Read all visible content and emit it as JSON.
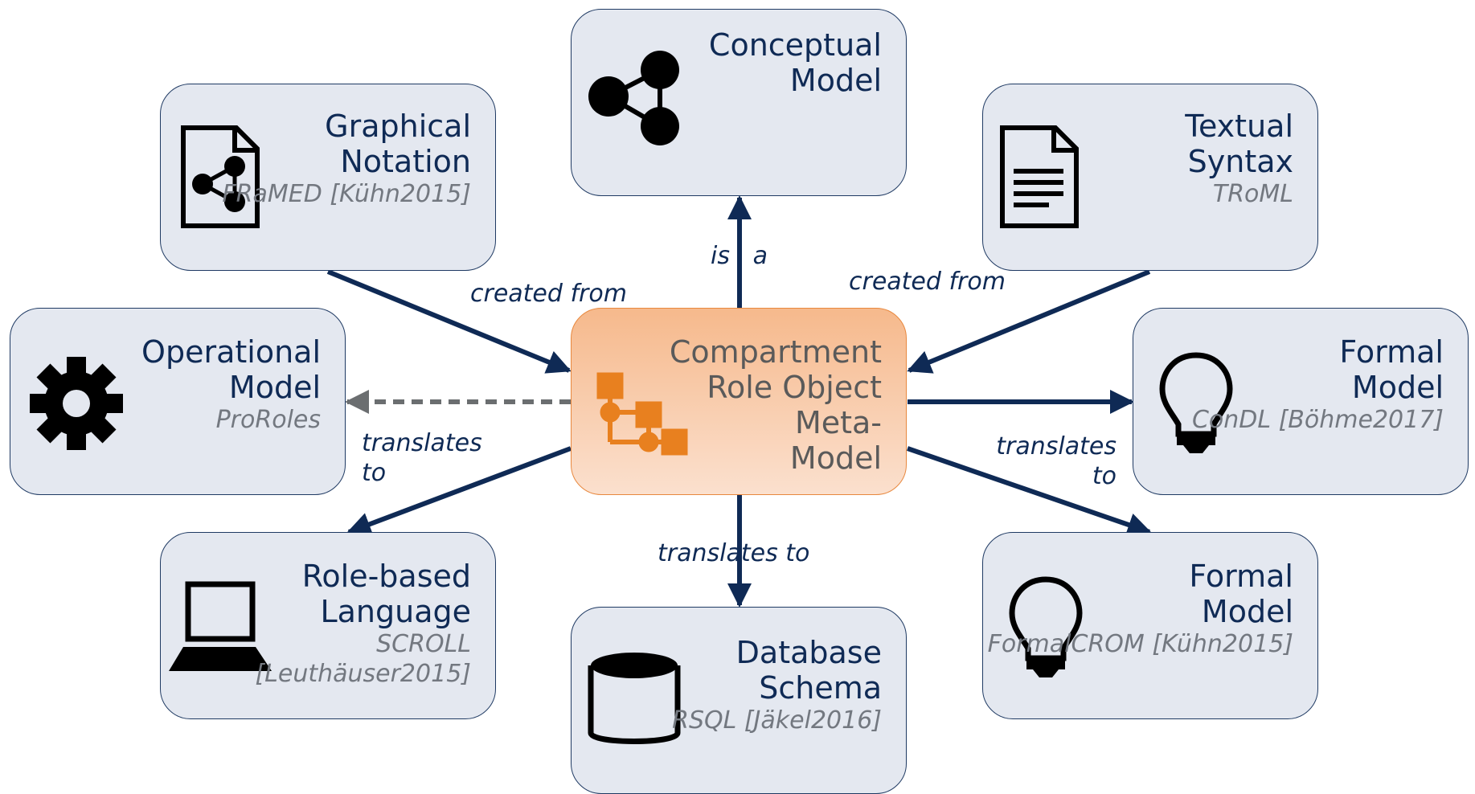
{
  "diagram": {
    "center": {
      "title": "Compartment\nRole Object\nMeta-\nModel",
      "icon": "hierarchy-icon",
      "accent": "#e8801f"
    },
    "nodes": [
      {
        "id": "conceptual",
        "title": "Conceptual\nModel",
        "subtitle": "",
        "icon": "share-icon"
      },
      {
        "id": "graphical",
        "title": "Graphical\nNotation",
        "subtitle": "FRaMED\n[Kühn2015]",
        "icon": "document-share-icon"
      },
      {
        "id": "textual",
        "title": "Textual\nSyntax",
        "subtitle": "TRoML",
        "icon": "document-text-icon"
      },
      {
        "id": "operational",
        "title": "Operational\nModel",
        "subtitle": "ProRoles",
        "icon": "gear-icon"
      },
      {
        "id": "formal-condl",
        "title": "Formal\nModel",
        "subtitle": "ConDL\n[Böhme2017]",
        "icon": "lightbulb-icon"
      },
      {
        "id": "role-language",
        "title": "Role-based\nLanguage",
        "subtitle": "SCROLL\n[Leuthäuser2015]",
        "icon": "laptop-icon"
      },
      {
        "id": "database",
        "title": "Database\nSchema",
        "subtitle": "RSQL\n[Jäkel2016]",
        "icon": "database-icon"
      },
      {
        "id": "formal-crom",
        "title": "Formal\nModel",
        "subtitle": "FormalCROM\n[Kühn2015]",
        "icon": "lightbulb-icon"
      }
    ],
    "edge_labels": {
      "is_a": "is   a",
      "created_from_left": "created from",
      "created_from_right": "created from",
      "translates_operational": "translates\nto",
      "translates_formal": "translates\nto",
      "translates_database": "translates to"
    },
    "colors": {
      "node_fill": "#e4e8f0",
      "node_border": "#1f3a63",
      "arrow": "#0f2a55",
      "dashed_arrow": "#6b6e70",
      "center_border": "#e8883e"
    }
  }
}
